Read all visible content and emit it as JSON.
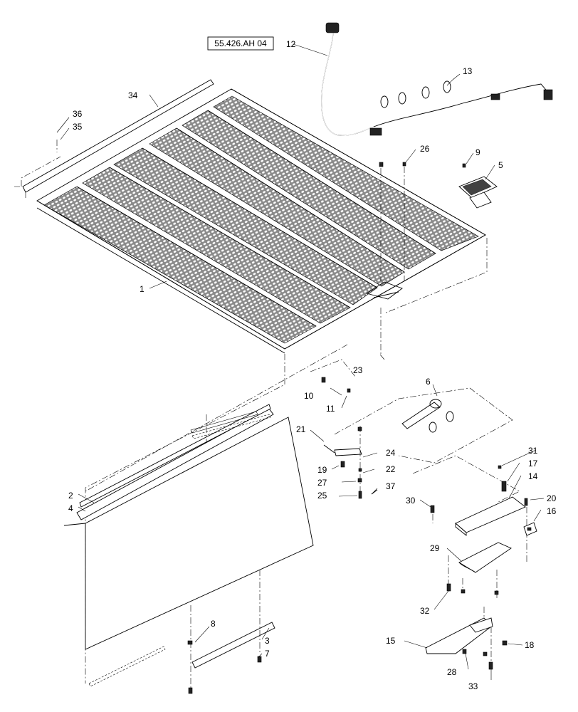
{
  "reference": "55.426.AH 04",
  "callouts": [
    "1",
    "2",
    "3",
    "4",
    "5",
    "6",
    "7",
    "8",
    "9",
    "10",
    "11",
    "12",
    "13",
    "14",
    "15",
    "16",
    "17",
    "18",
    "19",
    "20",
    "21",
    "22",
    "23",
    "24",
    "25",
    "26",
    "27",
    "28",
    "29",
    "30",
    "31",
    "32",
    "33",
    "34",
    "35",
    "36",
    "37"
  ]
}
